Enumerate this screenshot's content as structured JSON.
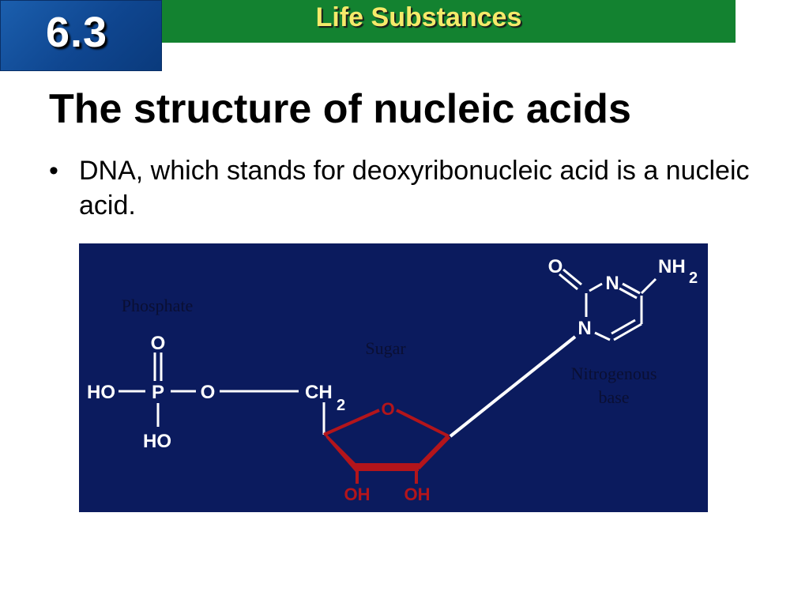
{
  "header": {
    "section_number": "6.3",
    "chapter_title": "Life Substances"
  },
  "slide": {
    "title": "The structure of nucleic acids",
    "bullet_mark": "•",
    "bullet_text": "DNA, which stands for deoxyribonucleic acid is a nucleic acid."
  },
  "diagram": {
    "labels": {
      "phosphate": "Phosphate",
      "sugar": "Sugar",
      "base_line1": "Nitrogenous",
      "base_line2": "base"
    },
    "atoms": {
      "phosphate_o_top": "O",
      "phosphate_ho_left": "HO",
      "phosphate_p": "P",
      "phosphate_o_right": "O",
      "ch2": "CH",
      "ch2_sub": "2",
      "ho_bottom": "HO",
      "ring_o": "O",
      "oh_left": "OH",
      "oh_right": "OH",
      "base_o": "O",
      "base_n_top": "N",
      "base_nh": "NH",
      "base_nh_sub": "2",
      "base_n_bottom": "N"
    },
    "colors": {
      "background": "#0b1b5e",
      "bond": "#ffffff",
      "sugar": "#b3151b",
      "label": "#0a0f33"
    }
  }
}
